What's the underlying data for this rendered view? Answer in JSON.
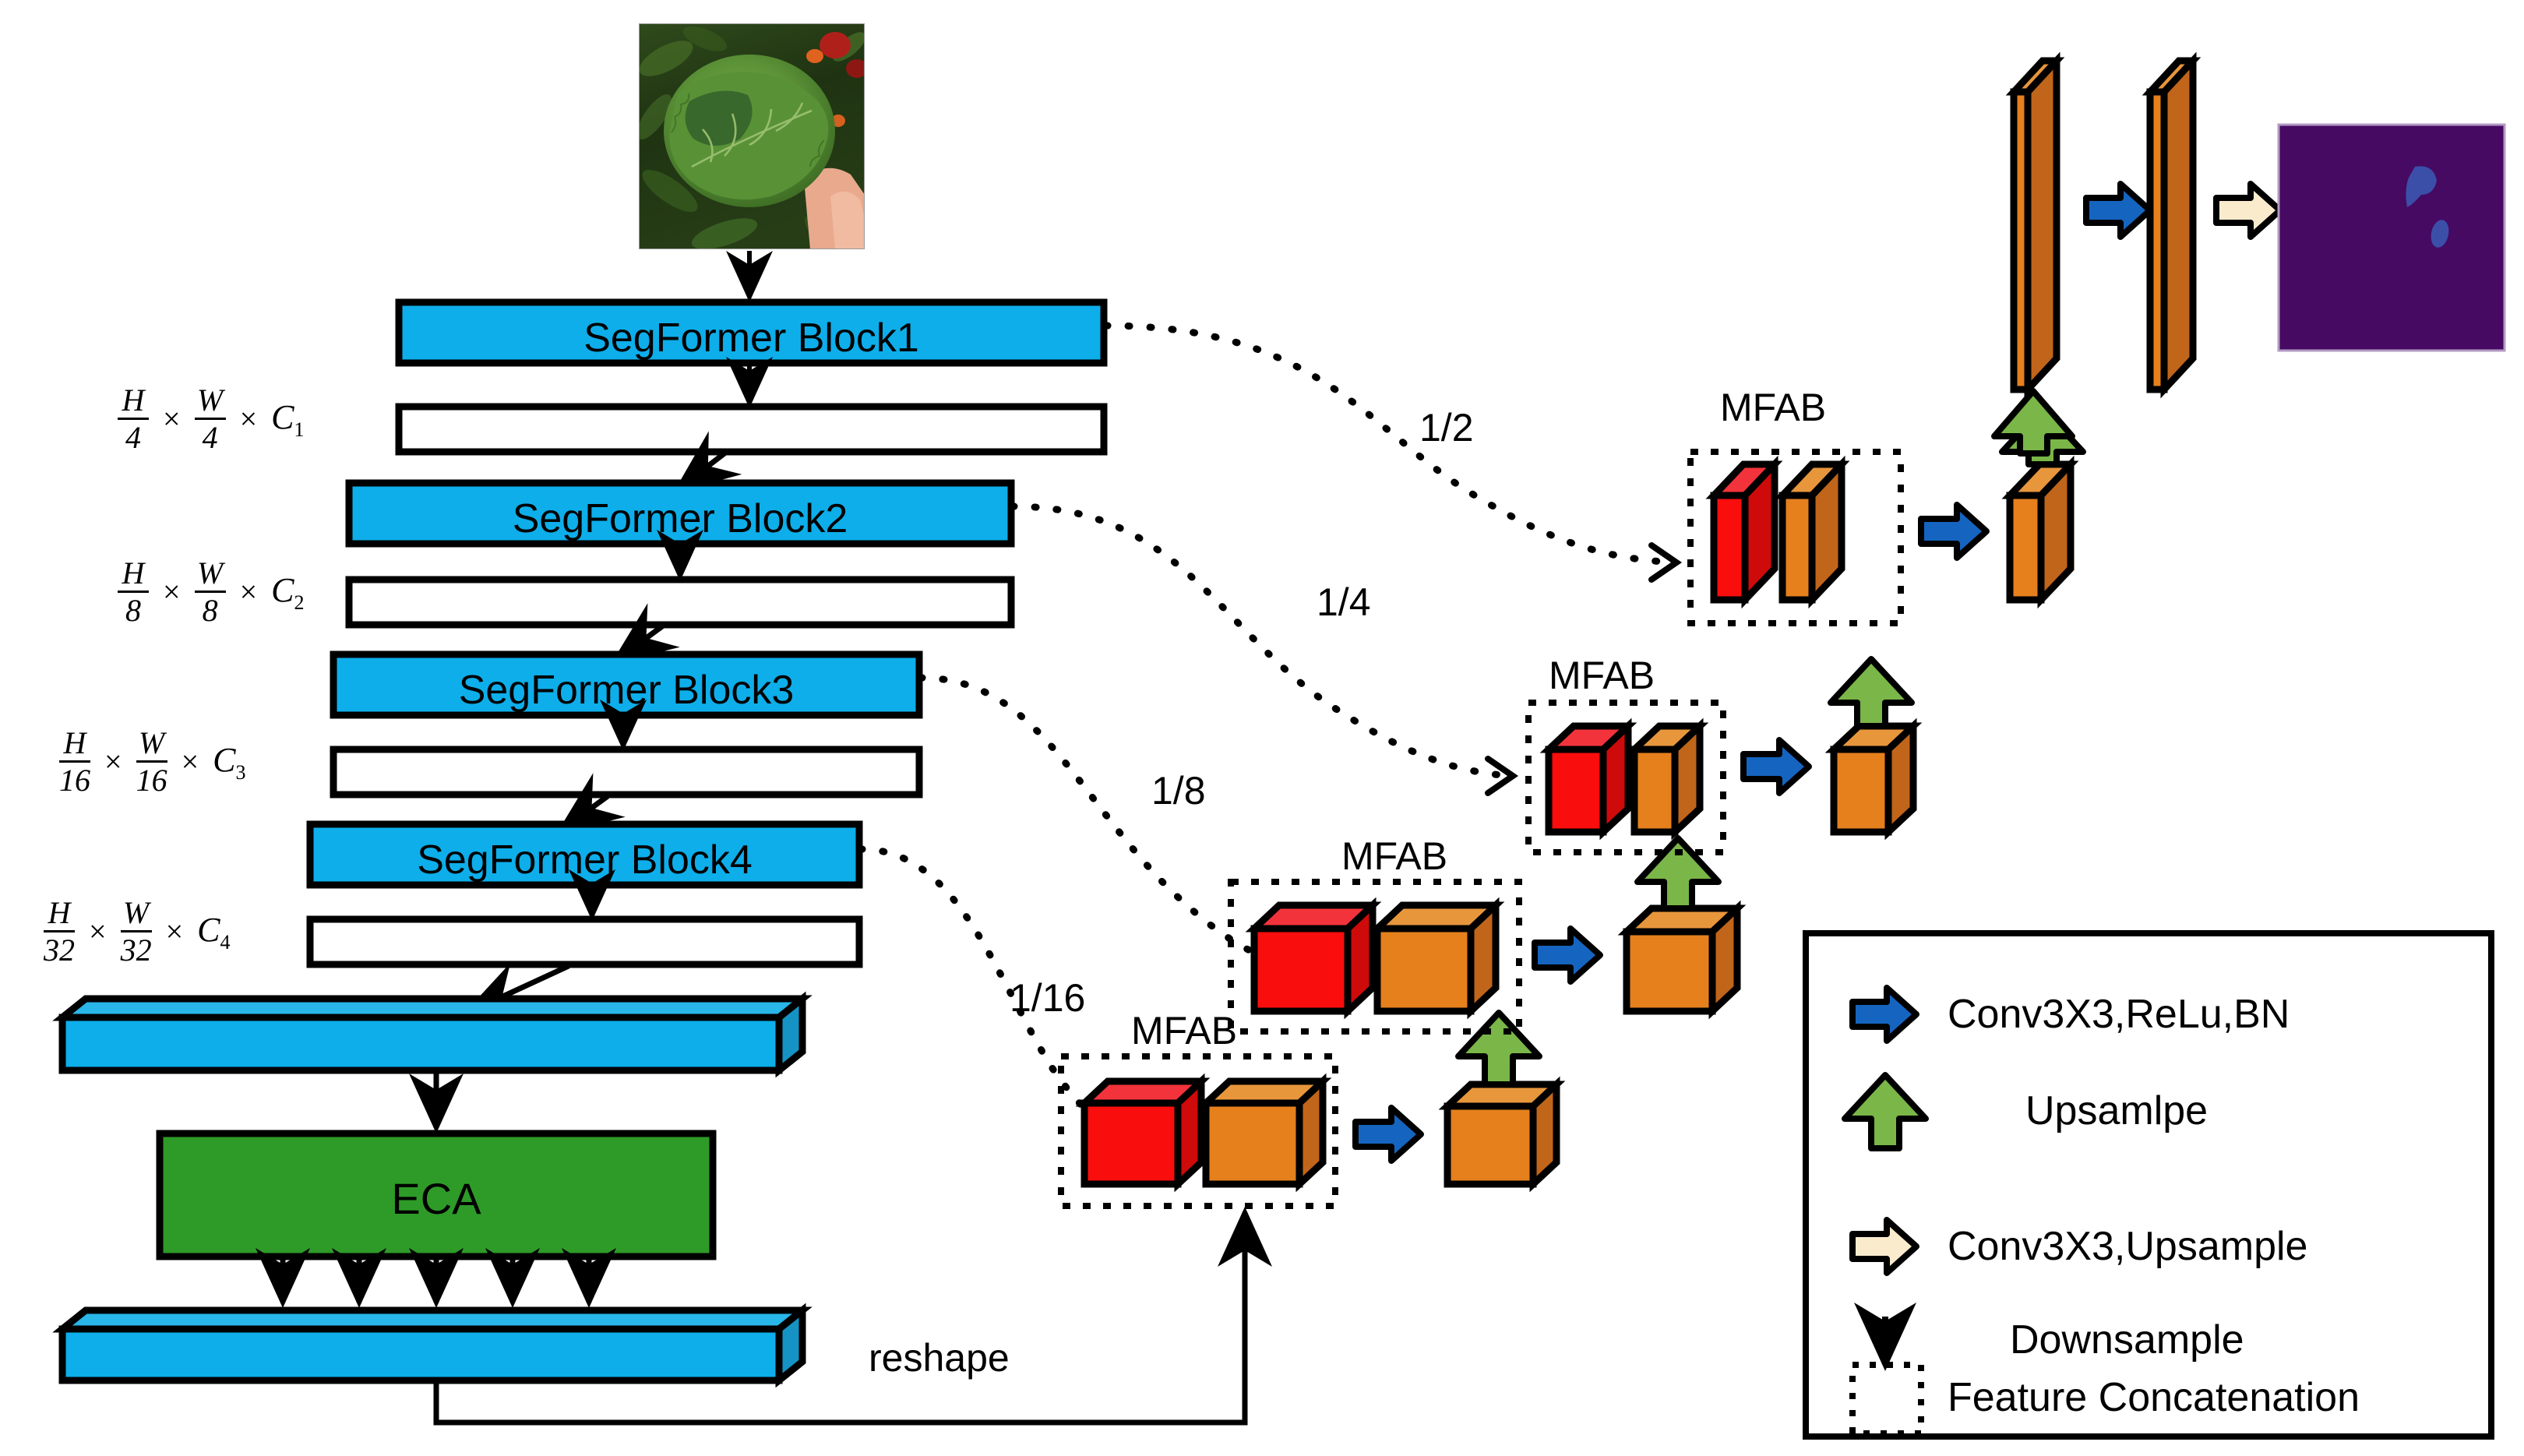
{
  "figure": {
    "type": "network-architecture-diagram",
    "title": "SegFormer encoder-decoder with ECA and MFAB modules"
  },
  "input": {
    "name": "input-image",
    "description": "photograph of a green plant leaf held in a hand against dark foliage"
  },
  "encoder": {
    "blocks": [
      {
        "label": "SegFormer Block1",
        "shape": {
          "h": "H",
          "hd": "4",
          "w": "W",
          "wd": "4",
          "c": "C",
          "ci": "1"
        },
        "skip": "1/2"
      },
      {
        "label": "SegFormer Block2",
        "shape": {
          "h": "H",
          "hd": "8",
          "w": "W",
          "wd": "8",
          "c": "C",
          "ci": "2"
        },
        "skip": "1/4"
      },
      {
        "label": "SegFormer Block3",
        "shape": {
          "h": "H",
          "hd": "16",
          "w": "W",
          "wd": "16",
          "c": "C",
          "ci": "3"
        },
        "skip": "1/8"
      },
      {
        "label": "SegFormer Block4",
        "shape": {
          "h": "H",
          "hd": "32",
          "w": "W",
          "wd": "32",
          "c": "C",
          "ci": "4"
        },
        "skip": "1/16"
      }
    ],
    "times_symbol": "×"
  },
  "attention": {
    "eca_label": "ECA",
    "reshape_label": "reshape"
  },
  "decoder": {
    "mfab_label": "MFAB",
    "stages": [
      {
        "mfab_label": "MFAB",
        "scale": "1/16"
      },
      {
        "mfab_label": "MFAB",
        "scale": "1/8"
      },
      {
        "mfab_label": "MFAB",
        "scale": "1/4"
      },
      {
        "mfab_label": "MFAB",
        "scale": "1/2"
      }
    ]
  },
  "legend": {
    "items": [
      {
        "icon": "blue-right-arrow-icon",
        "label": "Conv3X3,ReLu,BN"
      },
      {
        "icon": "green-up-arrow-icon",
        "label": "Upsamlpe"
      },
      {
        "icon": "cream-right-arrow-icon",
        "label": "Conv3X3,Upsample"
      },
      {
        "icon": "thin-down-arrow-icon",
        "label": "Downsample"
      },
      {
        "icon": "dotted-square-icon",
        "label": "Feature Concatenation"
      }
    ]
  },
  "colors": {
    "block_blue": "#0DAEEA",
    "eca_green": "#2E9B28",
    "cube_red": "#F90D0D",
    "cube_red_top": "#F3333B",
    "cube_red_side": "#CF0A0A",
    "cube_orange": "#E5801D",
    "cube_orange_top": "#E8963C",
    "cube_orange_side": "#C0651A",
    "arrow_blue": "#1565C0",
    "arrow_green": "#7AB648",
    "arrow_cream": "#FAEBCD",
    "mask_purple": "#460A63",
    "mask_blob": "#3B4FA8",
    "outline": "#000000"
  },
  "output": {
    "mask_name": "segmentation-mask-output"
  }
}
